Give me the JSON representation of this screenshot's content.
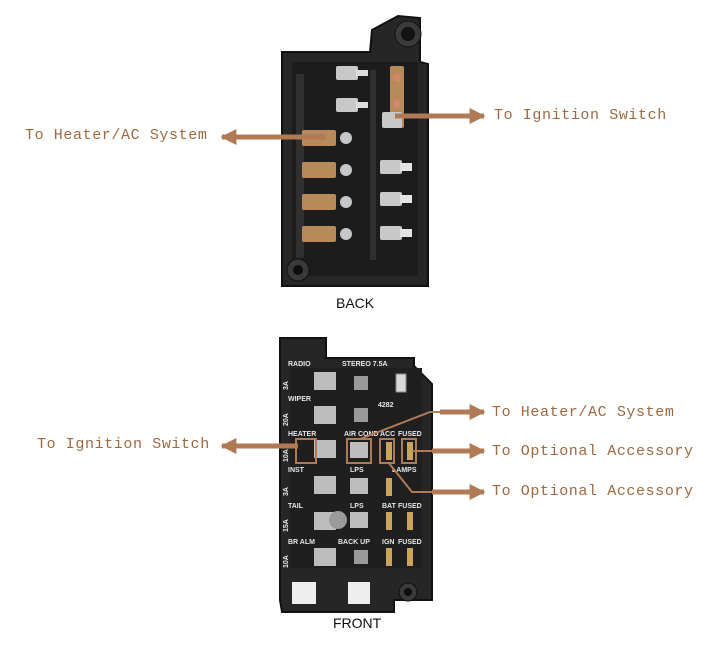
{
  "colors": {
    "arrow": "#b07a55",
    "text": "#a0683f",
    "box": "#2a2a2a",
    "metal": "#c8c8c8"
  },
  "back": {
    "caption": "BACK",
    "callouts": {
      "heater_ac": "To Heater/AC System",
      "ignition": "To Ignition Switch"
    }
  },
  "front": {
    "caption": "FRONT",
    "callouts": {
      "ignition": "To Ignition Switch",
      "heater_ac": "To Heater/AC System",
      "optional_1": "To Optional Accessory",
      "optional_2": "To Optional Accessory"
    },
    "labels": {
      "radio": "RADIO",
      "stereo": "STEREO 7.5A",
      "wiper": "WIPER",
      "part_no": "4282",
      "heater": "HEATER",
      "air_cond": "AIR COND",
      "acc": "ACC",
      "fused_1": "FUSED",
      "inst": "INST",
      "lps_1": "LPS",
      "lamps": "LAMPS",
      "tail": "TAIL",
      "lps_2": "LPS",
      "bat": "BAT",
      "fused_2": "FUSED",
      "br_alm": "BR ALM",
      "back_up": "BACK UP",
      "ign": "IGN",
      "fused_3": "FUSED",
      "amp_3a_1": "3A",
      "amp_20a": "20A",
      "amp_10a_1": "10A",
      "amp_3a_2": "3A",
      "amp_15a": "15A",
      "amp_10a_2": "10A"
    }
  }
}
